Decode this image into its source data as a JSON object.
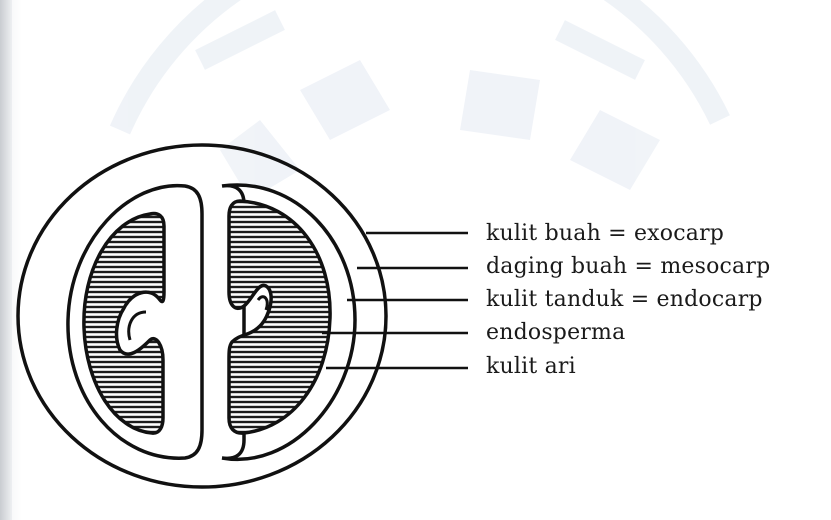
{
  "diagram": {
    "labels": [
      "kulit buah  =  exocarp",
      "daging buah  =  mesocarp",
      "kulit tanduk  =  endocarp",
      "endosperma",
      "kulit ari"
    ]
  }
}
